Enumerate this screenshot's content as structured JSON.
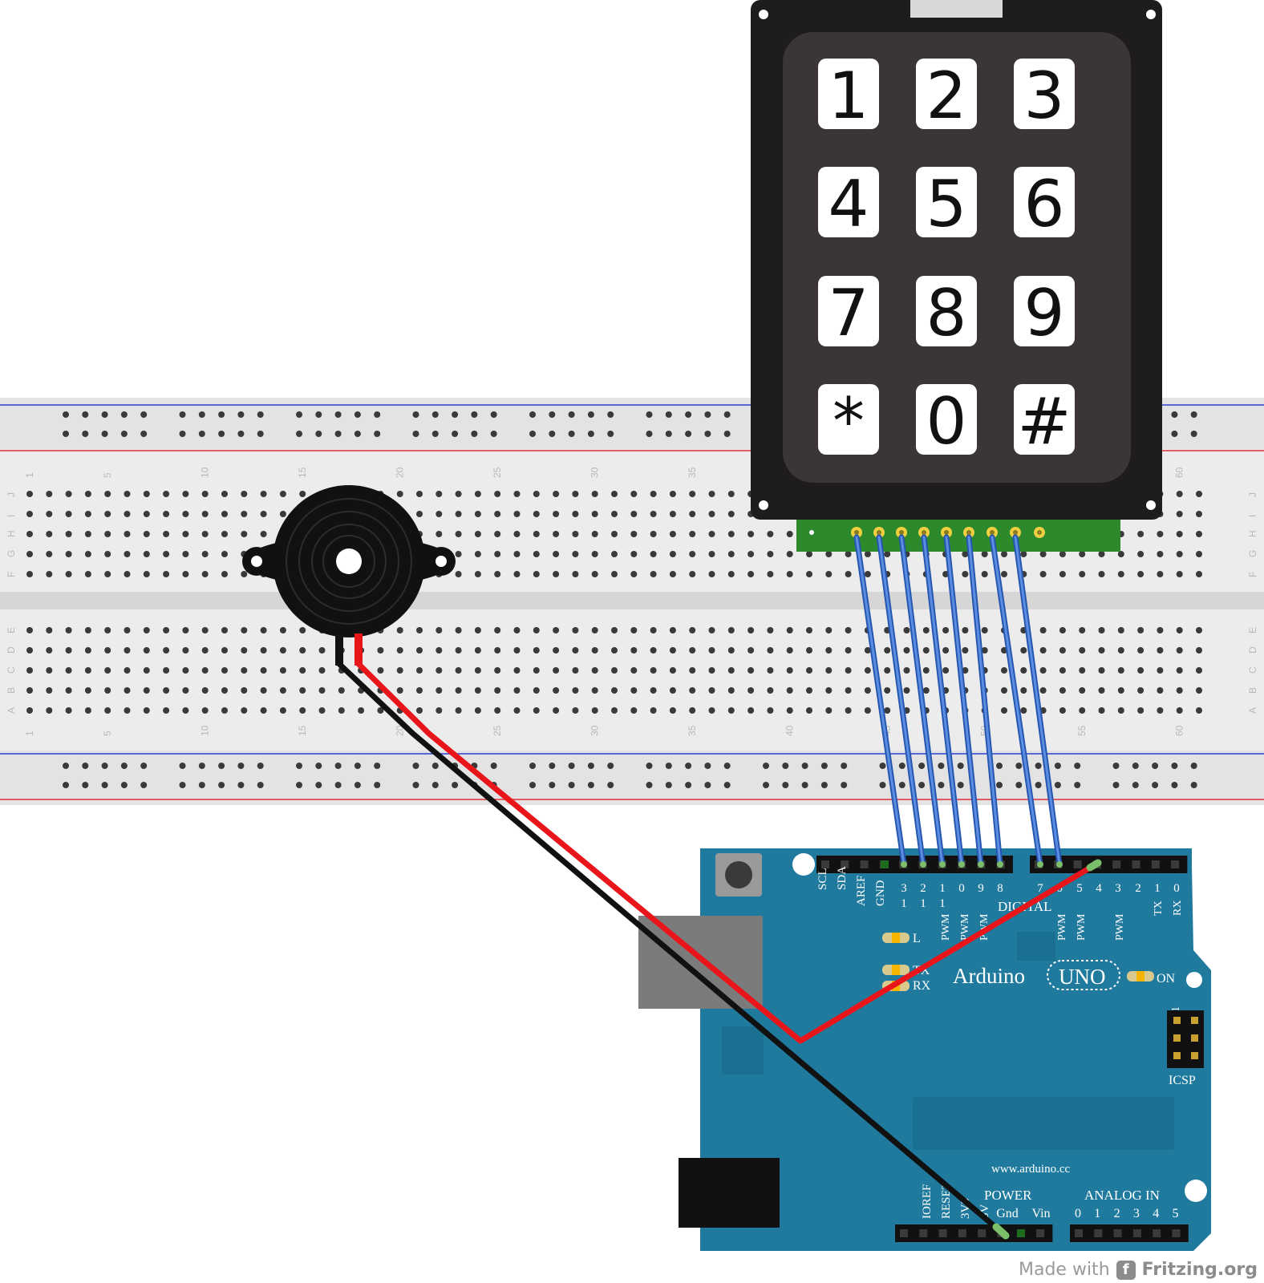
{
  "keypad": {
    "keys": [
      "1",
      "2",
      "3",
      "4",
      "5",
      "6",
      "7",
      "8",
      "9",
      "*",
      "0",
      "#"
    ]
  },
  "breadboard": {
    "column_numbers": [
      "1",
      "5",
      "10",
      "15",
      "20",
      "25",
      "30",
      "35",
      "40",
      "45",
      "50",
      "55",
      "60"
    ],
    "top_row_letters": [
      "J",
      "I",
      "H",
      "G",
      "F"
    ],
    "bottom_row_letters": [
      "E",
      "D",
      "C",
      "B",
      "A"
    ]
  },
  "arduino": {
    "brand": "Arduino",
    "model": "UNO",
    "website": "www.arduino.cc",
    "icsp_label": "ICSP",
    "icsp_pin1": "1",
    "on_label": "ON",
    "l_label": "L",
    "tx_label": "TX",
    "rx_label": "RX",
    "digital_label": "DIGITAL",
    "power_label": "POWER",
    "analog_label": "ANALOG IN",
    "top_pin_labels": [
      "SCL",
      "SDA",
      "AREF",
      "GND"
    ],
    "digital_numbers_left": [
      "1",
      "1",
      "1",
      "0",
      "9",
      "8"
    ],
    "digital_numbers_left_top": [
      "3",
      "2",
      "1",
      "",
      "",
      ""
    ],
    "digital_numbers_right": [
      "7",
      "6",
      "5",
      "4",
      "3",
      "2",
      "1",
      "0"
    ],
    "pwm_label": "PWM",
    "tx_rx_vertical": [
      "TX",
      "RX"
    ],
    "power_pins": [
      "IOREF",
      "RESET",
      "3V3",
      "5V",
      "Gnd",
      "Vin"
    ],
    "analog_pins": [
      "0",
      "1",
      "2",
      "3",
      "4",
      "5"
    ]
  },
  "colors": {
    "board_blue": "#1f7a9e",
    "wire_blue": "#3a6fc4",
    "wire_red": "#e8151b",
    "wire_black": "#111111",
    "keypad_body": "#1f1c1c",
    "breadboard": "#e6e6e6"
  },
  "footer": {
    "made_with": "Made with",
    "brand": "Fritzing.org"
  }
}
